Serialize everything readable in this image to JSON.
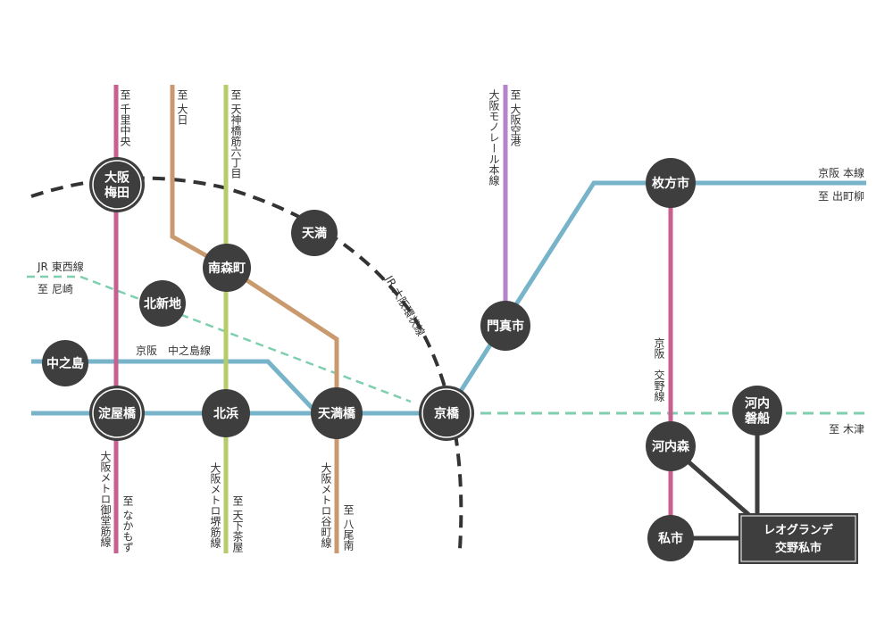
{
  "colors": {
    "midosuji": "#c7608f",
    "tanimachi": "#c99a6e",
    "sakaisuji": "#b6cb6a",
    "keihan": "#77b3c9",
    "jr_tozai": "#7fcfaf",
    "jr_kanjo": "#333333",
    "monorail": "#b583c9",
    "station": "#3e3e3e"
  },
  "lines": {
    "midosuji_top": "至 千里中央",
    "midosuji_bottom_name": "大阪メトロ御堂筋線",
    "midosuji_bottom_dest": "至 なかもず",
    "tanimachi_top": "至 大日",
    "tanimachi_bottom_name": "大阪メトロ谷町線",
    "tanimachi_bottom_dest": "至 八尾南",
    "sakaisuji_top": "至 天神橋筋六丁目",
    "sakaisuji_bottom_name": "大阪メトロ堺筋線",
    "sakaisuji_bottom_dest": "至 天下茶屋",
    "monorail_dest": "至 大阪空港",
    "monorail_name": "大阪モノレール本線",
    "keihan_main": "京阪 本線",
    "keihan_main_dest": "至 出町柳",
    "nakanoshima_line": "京阪　中之島線",
    "jr_tozai_name": "JR 東西線",
    "jr_tozai_dest": "至 尼崎",
    "jr_tozai_east_dest": "至 木津",
    "kanjo_name": "JR 大阪環状線",
    "katano_name": "京阪　交野線"
  },
  "stations": {
    "umeda": "大阪\n梅田",
    "tenma": "天満",
    "minamimorimachi": "南森町",
    "kitashinchi": "北新地",
    "nakanoshima": "中之島",
    "yodoyabashi": "淀屋橋",
    "kitahama": "北浜",
    "tenmabashi": "天満橋",
    "kyobashi": "京橋",
    "kadomashi": "門真市",
    "hirakatashi": "枚方市",
    "kawachimori": "河内森",
    "kawachiiwafune": "河内\n磐船",
    "kisaichi": "私市"
  },
  "destination": "レオグランデ\n交野私市"
}
